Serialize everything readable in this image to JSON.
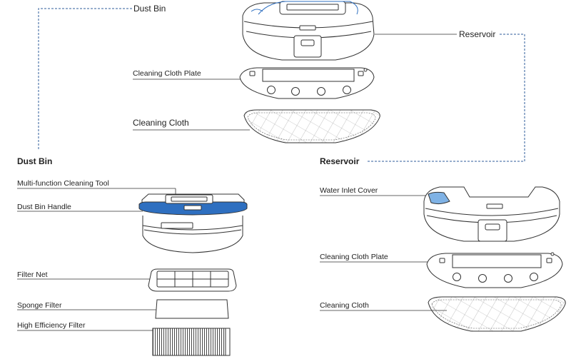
{
  "top": {
    "dust_bin": "Dust Bin",
    "reservoir": "Reservoir",
    "cleaning_cloth_plate": "Cleaning Cloth Plate",
    "cleaning_cloth": "Cleaning Cloth"
  },
  "dust_bin_section": {
    "title": "Dust Bin",
    "multi_function_tool": "Multi-function Cleaning Tool",
    "handle": "Dust Bin Handle",
    "filter_net": "Filter Net",
    "sponge_filter": "Sponge Filter",
    "high_efficiency_filter": "High Efficiency Filter"
  },
  "reservoir_section": {
    "title": "Reservoir",
    "water_inlet_cover": "Water Inlet Cover",
    "cleaning_cloth_plate": "Cleaning Cloth Plate",
    "cleaning_cloth": "Cleaning Cloth"
  },
  "colors": {
    "line": "#333333",
    "dashed": "#2f5d9b",
    "highlight": "#2e6fc0",
    "highlight_light": "#7fb2e5"
  }
}
